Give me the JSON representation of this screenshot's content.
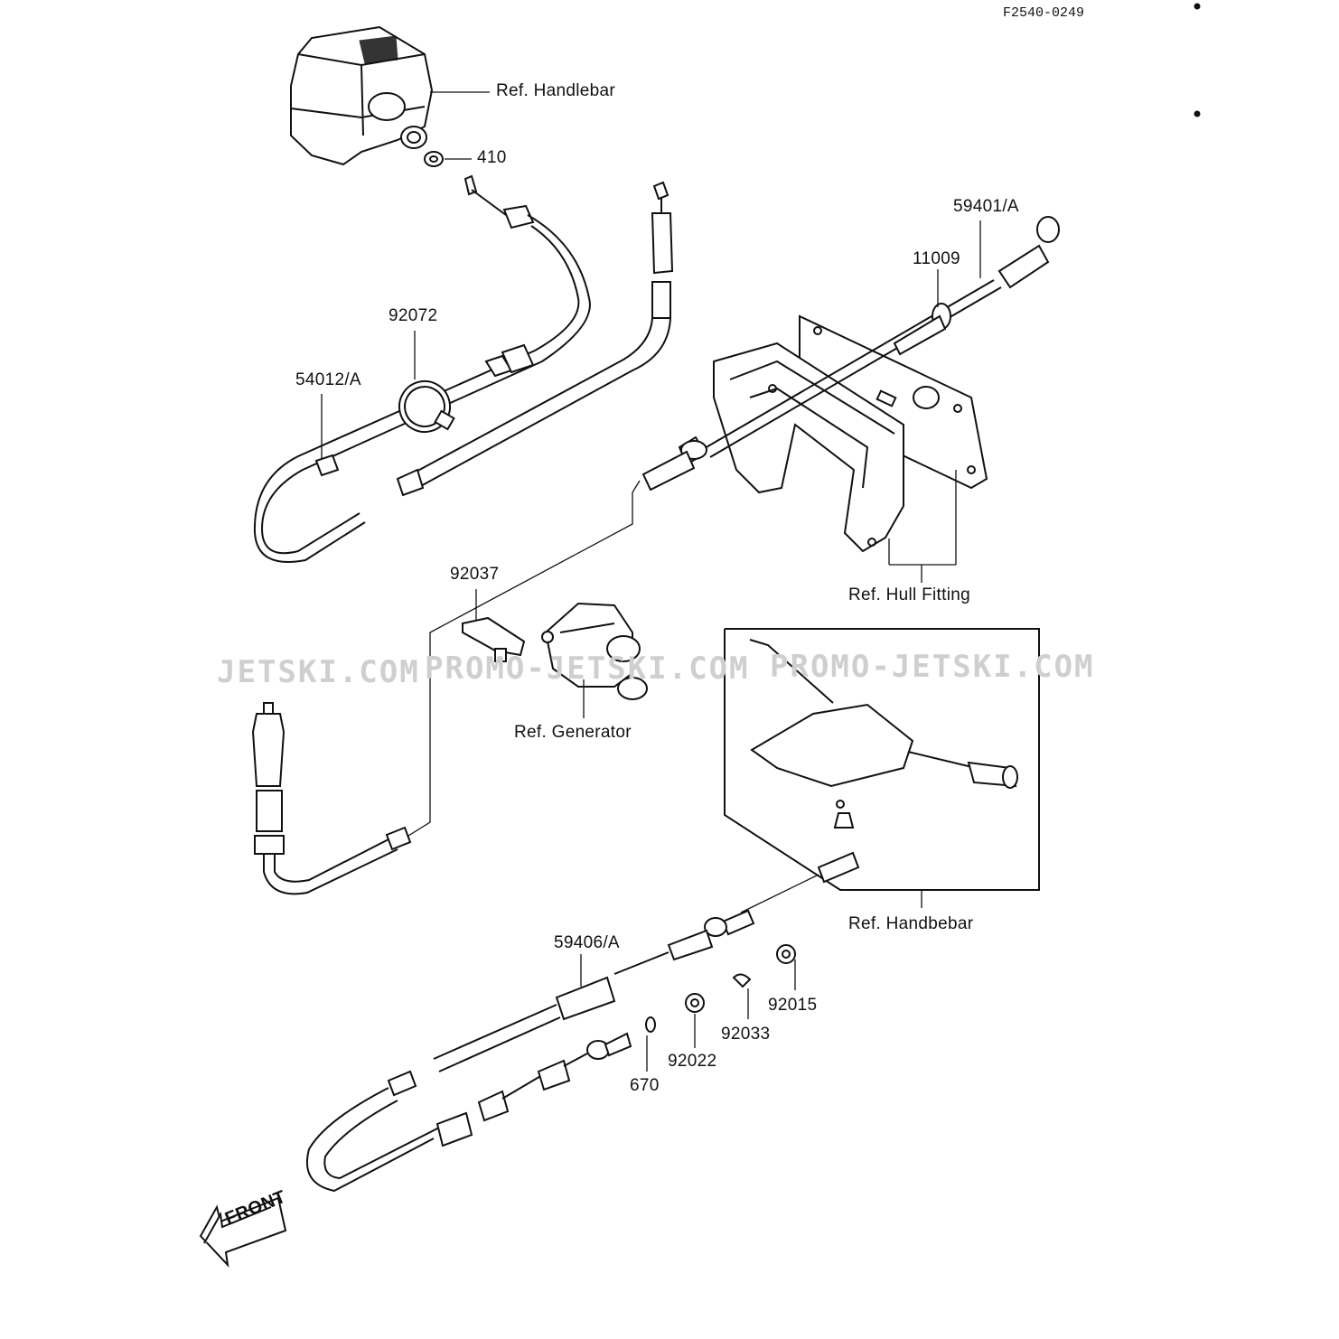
{
  "figure_code": "F2540-0249",
  "watermarks": [
    "JETSKI.COM",
    "PROMO-JETSKI.COM",
    "PROMO-JETSKI.COM"
  ],
  "labels": {
    "ref_handlebar_top": "Ref. Handlebar",
    "p410": "410",
    "p59401": "59401/A",
    "p11009": "11009",
    "p92072": "92072",
    "p54012": "54012/A",
    "ref_hull_fitting": "Ref. Hull Fitting",
    "p92037": "92037",
    "ref_generator": "Ref. Generator",
    "ref_handbebar": "Ref. Handbebar",
    "p59406": "59406/A",
    "p92015": "92015",
    "p92033": "92033",
    "p92022": "92022",
    "p670": "670",
    "front": "FRONT"
  }
}
